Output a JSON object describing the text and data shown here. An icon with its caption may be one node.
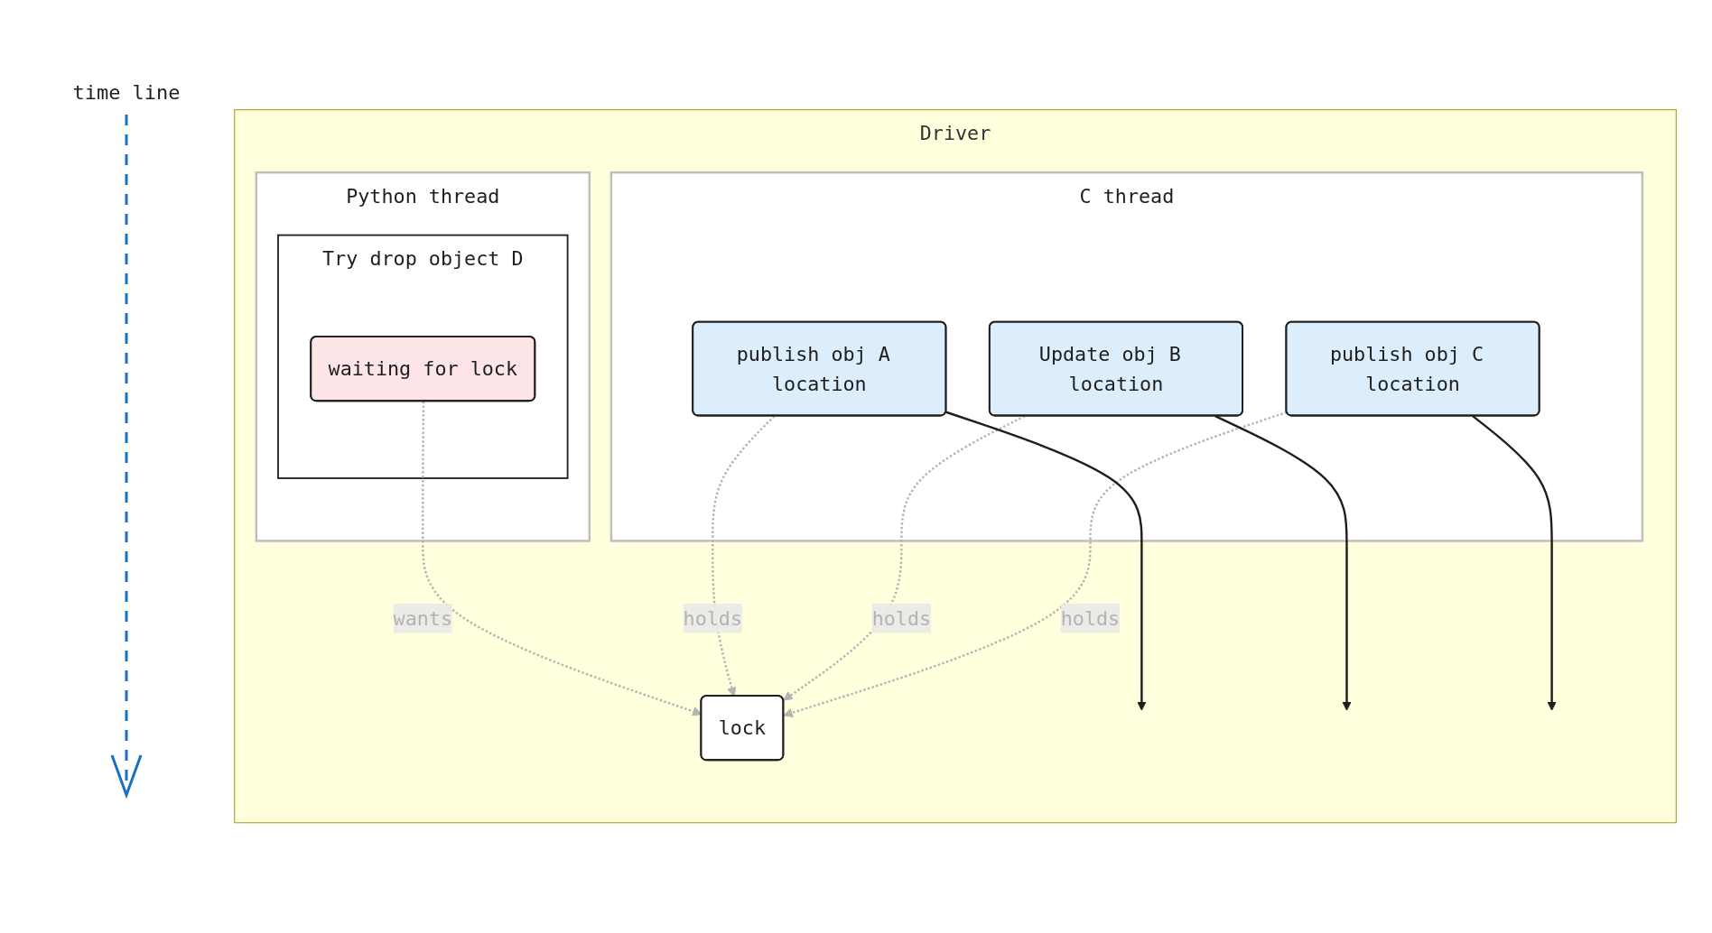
{
  "diagram": {
    "nodes": [
      {
        "text": [
          "Driver"
        ]
      },
      {
        "text": [
          "Python thread"
        ],
        "in": 0
      },
      {
        "text": [
          "Try drop object D"
        ],
        "in": 1
      },
      {
        "text": [
          "waiting for lock"
        ],
        "in": 2
      },
      {
        "text": [
          "lock"
        ],
        "in": 0
      },
      {
        "text": [
          "C thread"
        ],
        "in": 0
      },
      {
        "text": [
          "publish obj A location"
        ],
        "in": 5
      },
      {
        "text": [
          "Update obj B location"
        ],
        "in": 5
      },
      {
        "text": [
          "publish obj C location"
        ],
        "in": 5
      }
    ],
    "edges": [
      {
        "from": 3,
        "to": 4,
        "arrow": "to",
        "label": "wants",
        "style": "dashed",
        "color": "#b3b3b3"
      },
      {
        "from": 6,
        "to": 4,
        "arrow": "to",
        "label": "holds",
        "style": "dashed",
        "color": "#b3b3b3"
      },
      {
        "from": 7,
        "to": 4,
        "arrow": "to",
        "label": "holds",
        "style": "dashed",
        "color": "#b3b3b3"
      },
      {
        "from": 8,
        "to": 4,
        "arrow": "to",
        "label": "holds",
        "style": "dashed",
        "color": "#b3b3b3"
      },
      {
        "from": 6,
        "to": null,
        "arrow": "to",
        "color": "#1e1e1e"
      },
      {
        "from": 7,
        "to": null,
        "arrow": "to",
        "color": "#1e1e1e"
      },
      {
        "from": 8,
        "to": null,
        "arrow": "to",
        "color": "#1e1e1e"
      }
    ],
    "labels": [
      "time line"
    ]
  }
}
